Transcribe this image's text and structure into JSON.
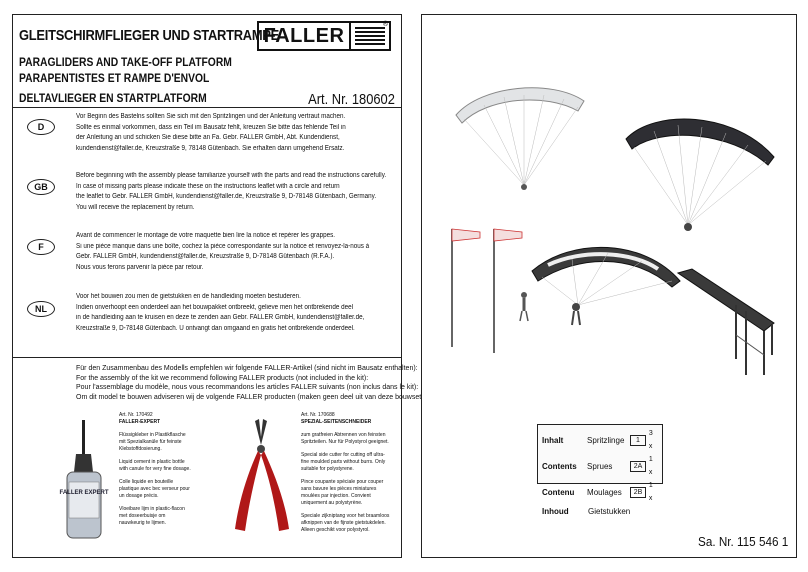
{
  "brand": {
    "logo_text": "FALLER",
    "registered": "®"
  },
  "header": {
    "title_de": "GLEITSCHIRMFLIEGER UND STARTRAMPE",
    "title_en": "PARAGLIDERS AND TAKE-OFF PLATFORM",
    "title_fr": "PARAPENTISTES ET RAMPE D'ENVOL",
    "title_nl": "DELTAVLIEGER EN STARTPLATFORM",
    "article": "Art. Nr. 180602"
  },
  "languages": [
    {
      "code": "D",
      "lines": [
        "Vor Beginn des Bastelns sollten Sie sich mit den Spritzlingen und der Anleitung vertraut machen.",
        "Sollte es einmal vorkommen, dass ein Teil im Bausatz fehlt, kreuzen Sie bitte das fehlende Teil in",
        "der Anleitung an und schicken Sie diese bitte an Fa. Gebr. FALLER GmbH, Abt. Kundendienst,",
        "kundendienst@faller.de, Kreuzstraße 9, 78148 Gütenbach. Sie erhalten dann umgehend Ersatz."
      ]
    },
    {
      "code": "GB",
      "lines": [
        "Before beginning with the assembly please familiarize yourself with the parts and read the instructions carefully.",
        "In case of missing parts please indicate these on the instructions leaflet with a circle and return",
        "the leaflet to Gebr. FALLER GmbH, kundendienst@faller.de, Kreuzstraße 9, D-78148 Gütenbach, Germany.",
        "You will receive the replacement by return."
      ]
    },
    {
      "code": "F",
      "lines": [
        "Avant de commencer le montage de votre maquette bien lire la notice et repérer les grappes.",
        "Si une pièce manque dans une boîte, cochez la pièce correspondante sur la notice et renvoyez-la-nous à",
        "Gebr. FALLER GmbH, kundendienst@faller.de, Kreuzstraße 9, D-78148 Gütenbach (R.F.A.).",
        "Nous vous ferons parvenir la pièce par retour."
      ]
    },
    {
      "code": "NL",
      "lines": [
        "Voor het bouwen zou men de gietstukken en de handleiding moeten bestuderen.",
        "Indien onverhoopt een onderdeel aan het bouwpakket ontbreekt, gelieve men het ontbrekende deel",
        "in de handleiding aan te kruisen en deze te zenden aan Gebr. FALLER GmbH, kundendienst@faller.de,",
        "Kreuzstraße 9, D-78148 Gütenbach. U ontvangt dan omgaand en gratis het ontbrekende onderdeel."
      ]
    }
  ],
  "recommend": [
    "Für den Zusammenbau des Modells empfehlen wir folgende FALLER-Artikel (sind nicht im Bausatz enthalten):",
    "For the assembly of the kit we recommend following FALLER products (not included in the kit):",
    "Pour l'assemblage du modèle, nous vous recommandons les articles FALLER suivants (non inclus dans le kit):",
    "Om dit model te bouwen adviseren wij de volgende FALLER producten (maken geen deel uit van deze bouwset):"
  ],
  "products": [
    {
      "art": "Art. Nr. 170492",
      "name": "FALLER-EXPERT",
      "bottle_label": "FALLER EXPERT",
      "texts": [
        "Flüssigkleber in Plastikflasche mit Spezialkanüle für feinste Klebstoffdosierung.",
        "Liquid cement in plastic bottle with canule for very fine dosage.",
        "Colle liquide en bouteille plastique avec bec verseur pour un dosage précis.",
        "Vloeibare lijm in plastic-flacon met doseerbuisje om nauwkeurig te lijmen."
      ]
    },
    {
      "art": "Art. Nr. 170688",
      "name": "SPEZIAL-SEITENSCHNEIDER",
      "texts": [
        "zum gratfreien Abtrennen von feinsten Spritzteilen. Nur für Polystyrol geeignet.",
        "Special side cutter for cutting off ultra-fine moulded parts without burrs. Only suitable for polystyrene.",
        "Pince coupante spéciale pour couper sans bavure les pièces miniatures moulées par injection. Convient uniquement au polystyrène.",
        "Speciale zijkniptang voor het braamloos afknippen van de fijnste gietstukdelen. Alleen geschikt voor polystyrol."
      ]
    }
  ],
  "contents": {
    "rows": [
      {
        "label": "Inhalt",
        "word": "Spritzlinge",
        "code": "1",
        "qty": "3 x"
      },
      {
        "label": "Contents",
        "word": "Sprues",
        "code": "2A",
        "qty": "1 x"
      },
      {
        "label": "Contenu",
        "word": "Moulages",
        "code": "2B",
        "qty": "1 x"
      },
      {
        "label": "Inhoud",
        "word": "Gietstukken",
        "code": "",
        "qty": ""
      }
    ]
  },
  "footer": {
    "sa": "Sa. Nr. 115 546 1"
  }
}
